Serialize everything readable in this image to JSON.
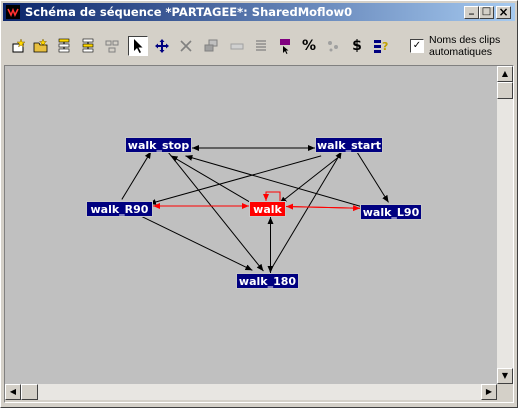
{
  "window": {
    "title": "Schéma de séquence *PARTAGEE*: SharedMoflow0",
    "controls": {
      "minimize": "_",
      "maximize": "□",
      "close": "×"
    }
  },
  "toolbar": {
    "tools": [
      {
        "name": "new-motion-flow-icon",
        "pressed": false
      },
      {
        "name": "load-file-icon",
        "pressed": false
      },
      {
        "name": "create-transition-icon",
        "pressed": false
      },
      {
        "name": "edit-transition-icon",
        "pressed": false
      },
      {
        "name": "disabled-tool-icon",
        "pressed": false
      },
      {
        "name": "select-arrow-icon",
        "pressed": true
      },
      {
        "name": "move-icon",
        "pressed": false
      },
      {
        "name": "delete-icon",
        "pressed": false
      },
      {
        "name": "copy-icon",
        "pressed": false
      },
      {
        "name": "rectangle-icon",
        "pressed": false
      },
      {
        "name": "list-icon",
        "pressed": false
      },
      {
        "name": "select-random-icon",
        "pressed": false
      },
      {
        "name": "percent-icon",
        "pressed": false
      },
      {
        "name": "random-icon",
        "pressed": false
      },
      {
        "name": "dollar-icon",
        "pressed": false
      },
      {
        "name": "script-info-icon",
        "pressed": false
      }
    ],
    "auto_clip_names": {
      "checked": true,
      "check_mark": "✓",
      "label_line1": "Noms des clips",
      "label_line2": "automatiques"
    }
  },
  "graph": {
    "nodes": [
      {
        "id": "walk_stop",
        "label": "walk_stop",
        "color": "blue"
      },
      {
        "id": "walk_start",
        "label": "walk_start",
        "color": "blue"
      },
      {
        "id": "walk_R90",
        "label": "walk_R90",
        "color": "blue"
      },
      {
        "id": "walk",
        "label": "walk",
        "color": "red"
      },
      {
        "id": "walk_L90",
        "label": "walk_L90",
        "color": "blue"
      },
      {
        "id": "walk_180",
        "label": "walk_180",
        "color": "blue"
      }
    ],
    "edges": [
      {
        "from": "walk_start",
        "to": "walk_stop",
        "color": "black"
      },
      {
        "from": "walk_stop",
        "to": "walk_start",
        "color": "black"
      },
      {
        "from": "walk_R90",
        "to": "walk_stop",
        "color": "black"
      },
      {
        "from": "walk_start",
        "to": "walk_R90",
        "color": "black"
      },
      {
        "from": "walk_start",
        "to": "walk_L90",
        "color": "black"
      },
      {
        "from": "walk_L90",
        "to": "walk_stop",
        "color": "black"
      },
      {
        "from": "walk",
        "to": "walk_stop",
        "color": "black"
      },
      {
        "from": "walk_start",
        "to": "walk",
        "color": "black"
      },
      {
        "from": "walk_stop",
        "to": "walk_180",
        "color": "black"
      },
      {
        "from": "walk_180",
        "to": "walk_start",
        "color": "black"
      },
      {
        "from": "walk",
        "to": "walk_180",
        "color": "black"
      },
      {
        "from": "walk_180",
        "to": "walk",
        "color": "black"
      },
      {
        "from": "walk_R90",
        "to": "walk_180",
        "color": "black"
      },
      {
        "from": "walk_R90",
        "to": "walk",
        "color": "red"
      },
      {
        "from": "walk",
        "to": "walk_R90",
        "color": "red"
      },
      {
        "from": "walk",
        "to": "walk_L90",
        "color": "red"
      },
      {
        "from": "walk_L90",
        "to": "walk",
        "color": "red"
      },
      {
        "from": "walk",
        "to": "walk",
        "color": "red"
      }
    ]
  },
  "scrollbars": {
    "vertical": {
      "up": "▲",
      "down": "▼"
    },
    "horizontal": {
      "left": "◀",
      "right": "▶"
    }
  },
  "colors": {
    "title_gradient_start": "#0a246a",
    "title_gradient_end": "#a6caf0",
    "node_blue": "#000080",
    "node_red": "#ff0000",
    "canvas_bg": "#c0c0c0"
  }
}
